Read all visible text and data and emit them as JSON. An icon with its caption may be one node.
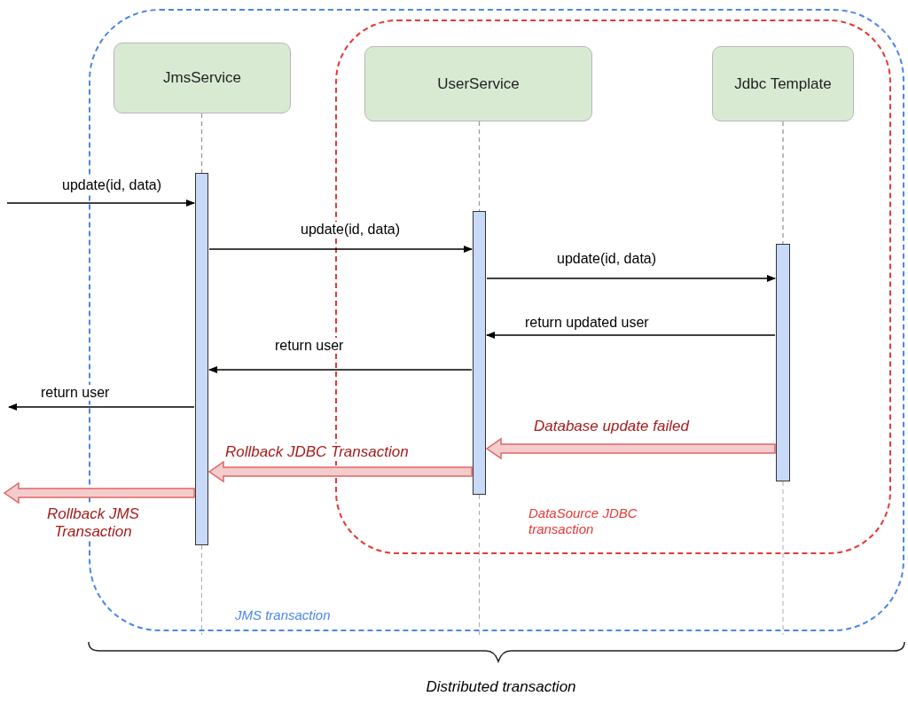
{
  "diagram": {
    "nodes": [
      {
        "text": [
          "JMS transaction"
        ]
      },
      {
        "text": [
          "JmsService"
        ],
        "in": 0
      },
      {
        "text": [
          "DataSource JDBC transaction"
        ],
        "in": 0
      },
      {
        "text": [
          "UserService"
        ],
        "in": 2
      },
      {
        "text": [
          "Jdbc Template"
        ],
        "in": 2
      },
      {
        "text": [],
        "shape": "bar",
        "in": 0
      },
      {
        "text": [],
        "shape": "bar",
        "in": 2
      },
      {
        "text": [],
        "shape": "bar",
        "in": 2
      }
    ],
    "edges": [
      {
        "from": 1,
        "to": 5,
        "arrow": "none",
        "style": "dashed",
        "color": "#999999"
      },
      {
        "from": 3,
        "to": 6,
        "arrow": "none",
        "style": "dashed",
        "color": "#999999"
      },
      {
        "from": 4,
        "to": 7,
        "arrow": "none",
        "style": "dashed",
        "color": "#999999"
      },
      {
        "from": null,
        "to": 5,
        "arrow": "to",
        "label": "update(id, data)"
      },
      {
        "from": 5,
        "to": 6,
        "arrow": "to",
        "label": "update(id, data)"
      },
      {
        "from": 6,
        "to": 7,
        "arrow": "to",
        "label": "update(id, data)"
      },
      {
        "from": 7,
        "to": 6,
        "arrow": "to",
        "label": "return updated user"
      },
      {
        "from": 6,
        "to": 5,
        "arrow": "to",
        "label": "return user"
      },
      {
        "from": 5,
        "to": null,
        "arrow": "to",
        "label": "return user"
      },
      {
        "from": 7,
        "to": 6,
        "arrow": "to",
        "label": "Database update failed",
        "style": "thick",
        "color": "#e06666"
      },
      {
        "from": 6,
        "to": 5,
        "arrow": "to",
        "label": "Rollback JDBC Transaction",
        "style": "thick",
        "color": "#e06666"
      },
      {
        "from": 5,
        "to": null,
        "arrow": "to",
        "label": "Rollback JMS Transaction",
        "style": "thick",
        "color": "#e06666"
      }
    ],
    "labels": [
      "Distributed transaction"
    ]
  }
}
